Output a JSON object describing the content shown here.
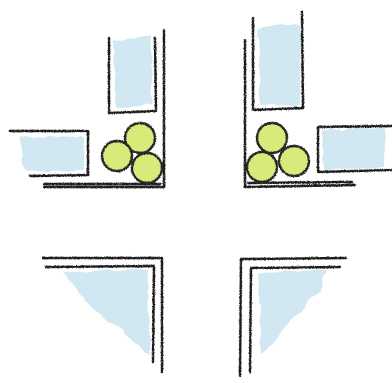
{
  "illustration": {
    "subject": "street-intersection-sketch",
    "colors": {
      "background": "#ffffff",
      "ink": "#1c1c1c",
      "water_fill": "#cfe7f3",
      "water_fill_dark": "#b5d9ec",
      "tree_fill": "#d7ea7a",
      "tree_highlight": "#eef7b4",
      "tree_outline": "#262626"
    },
    "tree_clusters": [
      {
        "name": "left",
        "tree_count": 3
      },
      {
        "name": "right",
        "tree_count": 3
      }
    ]
  }
}
